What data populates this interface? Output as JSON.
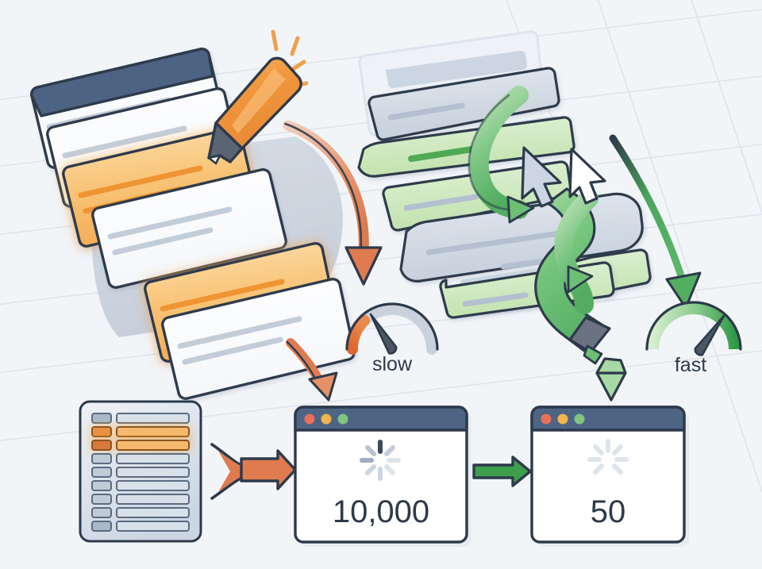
{
  "illustration": {
    "title": "Slow vs fast data highlighting comparison",
    "background_color": "#f2f5f8",
    "grid_line_color": "#dfe5ec"
  },
  "palette": {
    "orange": "#f0a04b",
    "orange_dark": "#e8813a",
    "orange_arrow": "#e07b50",
    "green": "#6cbf73",
    "green_dark": "#3f9e4d",
    "green_light": "#cfe9c4",
    "ink": "#2d3a4b",
    "slate": "#c3cdd9",
    "slate_light": "#dde4ec",
    "header_blue": "#4e6484",
    "white": "#ffffff"
  },
  "left_panel": {
    "name": "slow-side",
    "highlighter": {
      "name": "orange-highlighter",
      "color": "#f0a04b",
      "tip_color": "#5a6472",
      "sparkle_color": "#f0a04b"
    },
    "cards": [
      {
        "id": "card-1",
        "fill": "white",
        "header": true
      },
      {
        "id": "card-2",
        "fill": "white"
      },
      {
        "id": "card-3",
        "fill": "orange",
        "highlighted": true
      },
      {
        "id": "card-4",
        "fill": "white"
      },
      {
        "id": "card-5",
        "fill": "orange",
        "highlighted": true
      },
      {
        "id": "card-6",
        "fill": "white"
      },
      {
        "id": "card-7",
        "fill": "white"
      }
    ],
    "gauge": {
      "name": "slow-gauge",
      "label": "slow",
      "arc_color": "#e0642f",
      "track_color": "#c9d2dc",
      "needle_color": "#4d5764",
      "needle_angle_deg": -52,
      "fill_fraction": 0.22
    }
  },
  "right_panel": {
    "name": "fast-side",
    "highlighter": {
      "name": "green-highlighter",
      "color": "#6cbf73",
      "tip_color": "#5a6472"
    },
    "cursor": {
      "name": "mouse-cursor",
      "count": 2,
      "fill": "#ffffff",
      "stroke": "#2d3a4b"
    },
    "cards": [
      {
        "id": "rcard-1",
        "fill": "ghost"
      },
      {
        "id": "rcard-2",
        "fill": "slate"
      },
      {
        "id": "rcard-3",
        "fill": "green"
      },
      {
        "id": "rcard-4",
        "fill": "white"
      },
      {
        "id": "rcard-5",
        "fill": "green"
      },
      {
        "id": "rcard-6",
        "fill": "slate"
      },
      {
        "id": "rcard-7",
        "fill": "green"
      },
      {
        "id": "rcard-8",
        "fill": "white"
      },
      {
        "id": "rcard-9",
        "fill": "green"
      }
    ],
    "gauge": {
      "name": "fast-gauge",
      "label": "fast",
      "arc_color": "#3f9e4d",
      "track_color": "#cfe9c4",
      "needle_color": "#4d5764",
      "needle_angle_deg": 56,
      "fill_fraction": 0.85
    }
  },
  "bottom_row": {
    "document_icon": {
      "name": "document-list-icon",
      "total_rows": 10,
      "highlighted_rows": 2,
      "highlight_color": "#e8913f",
      "row_color": "#ccd5e0"
    },
    "arrow_1": {
      "name": "orange-flow-arrow",
      "color": "#e07b50"
    },
    "arrow_2": {
      "name": "green-flow-arrow",
      "color": "#3f9e4d"
    },
    "windows": [
      {
        "name": "browser-window-slow",
        "number": "10,000",
        "titlebar_color": "#4e6484",
        "dots": [
          "#e8705a",
          "#f0b54b",
          "#7fc47f"
        ],
        "spinner": "loading-spinner",
        "spinner_active": true
      },
      {
        "name": "browser-window-fast",
        "number": "50",
        "titlebar_color": "#4e6484",
        "dots": [
          "#e8705a",
          "#f0b54b",
          "#7fc47f"
        ],
        "spinner": "loading-spinner",
        "spinner_active": false
      }
    ]
  }
}
